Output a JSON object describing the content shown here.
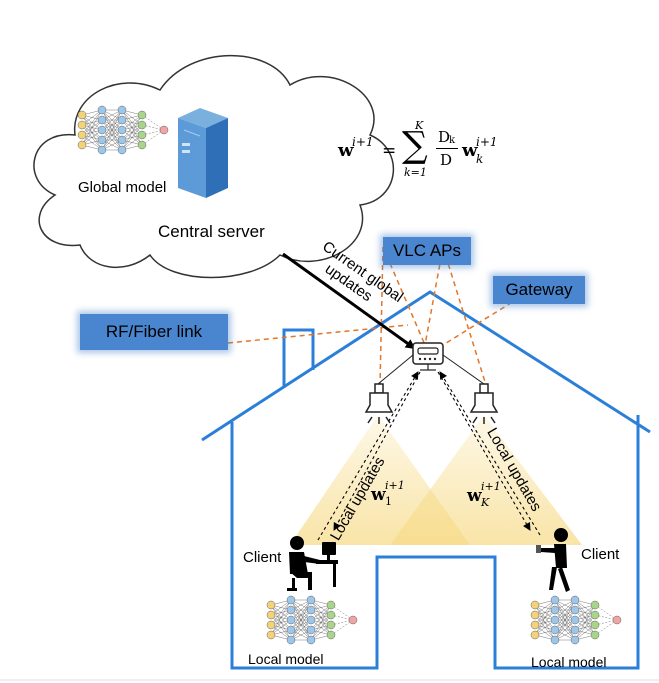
{
  "labels": {
    "global_model": "Global model",
    "central_server": "Central server",
    "vlc_aps": "VLC APs",
    "gateway": "Gateway",
    "rf_fiber_link": "RF/Fiber link",
    "current_global_updates_line1": "Current global",
    "current_global_updates_line2": "updates",
    "local_updates_left": "Local updates",
    "local_updates_right": "Local updates",
    "client_left": "Client",
    "client_right": "Client",
    "local_model_left": "Local model",
    "local_model_right": "Local model"
  },
  "formula": {
    "lhs": "w",
    "lhs_sup": "i+1",
    "equals": "=",
    "sum_upper": "K",
    "sum_lower": "k=1",
    "sigma": "∑",
    "frac_num": "D",
    "frac_num_sub": "k",
    "frac_den": "D",
    "rhs": "w",
    "rhs_sup": "i+1",
    "rhs_sub": "k"
  },
  "weights": {
    "w1_base": "w",
    "w1_sup": "i+1",
    "w1_sub": "1",
    "wk_base": "w",
    "wk_sup": "i+1",
    "wk_sub": "K"
  },
  "colors": {
    "house_outline": "#2b7fd9",
    "label_box": "#4a86cf",
    "light_cone": "#f7dc8c",
    "dashed_orange": "#e0762c",
    "node_yellow": "#f3d27a",
    "node_blue": "#9cc7ea",
    "node_green": "#a9d58a",
    "node_red": "#f2a3a3"
  },
  "icons": [
    "cloud-icon",
    "server-icon",
    "router-icon",
    "lamp-icon",
    "person-desk-icon",
    "person-phone-icon",
    "neural-net-icon"
  ]
}
